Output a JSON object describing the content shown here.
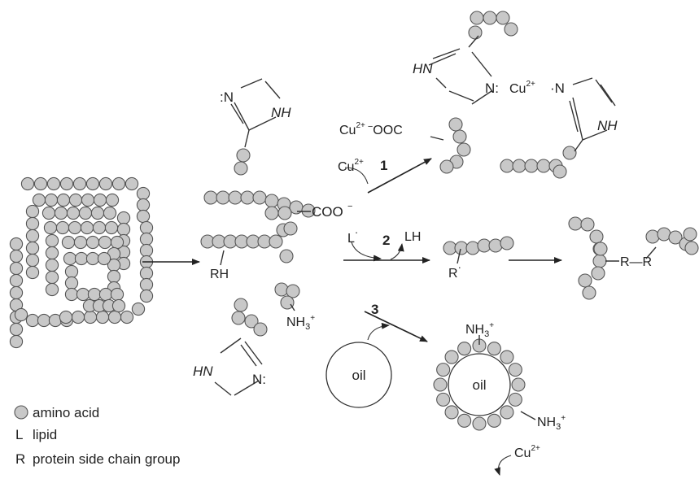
{
  "chem": {
    "cu": "Cu",
    "cu_charge": "2+",
    "coo": "COO",
    "coo_charge": "−",
    "ooc": "OOC",
    "ooc_charge": "−",
    "rh": "RH",
    "r": "R",
    "radical": "·",
    "nh3": "NH",
    "nh3_sub": "3",
    "nh3_charge": "+",
    "nh": "NH",
    "hn": "HN",
    "n_lone": ":N",
    "n_lone_right": "N:",
    "n_dot": "·N",
    "l_dot": "L",
    "lh": "LH",
    "r_r": "R—R",
    "oil": "oil"
  },
  "pathways": {
    "p1": "1",
    "p2": "2",
    "p3": "3"
  },
  "legend": {
    "amino_acid": "amino acid",
    "lipid_symbol": "L",
    "lipid": "lipid",
    "side_chain_symbol": "R",
    "side_chain": "protein side chain group"
  }
}
